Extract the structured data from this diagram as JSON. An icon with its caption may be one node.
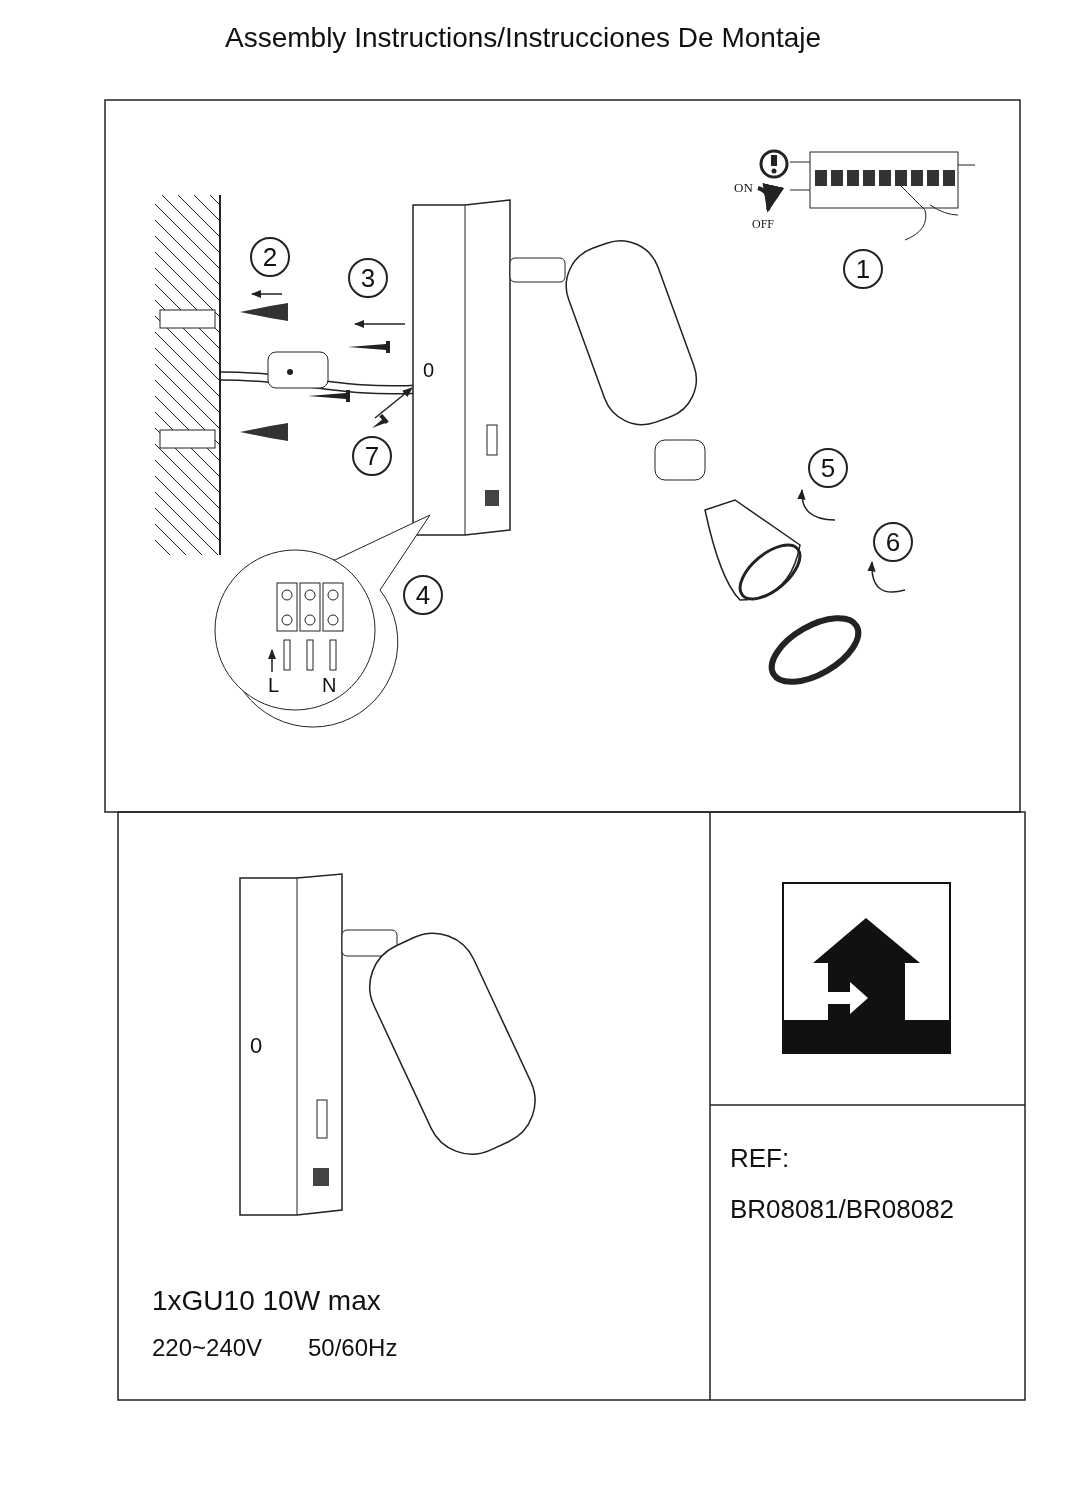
{
  "diagram": {
    "title": "Assembly Instructions/Instrucciones De Montaje",
    "labels": [
      "ON",
      "OFF",
      "1",
      "2",
      "3",
      "0",
      "7",
      "5",
      "6",
      "4",
      "L",
      "N",
      "0",
      "REF:",
      "BR08081/BR08082",
      "1xGU10 10W max",
      "220~240V",
      "50/60Hz"
    ]
  }
}
